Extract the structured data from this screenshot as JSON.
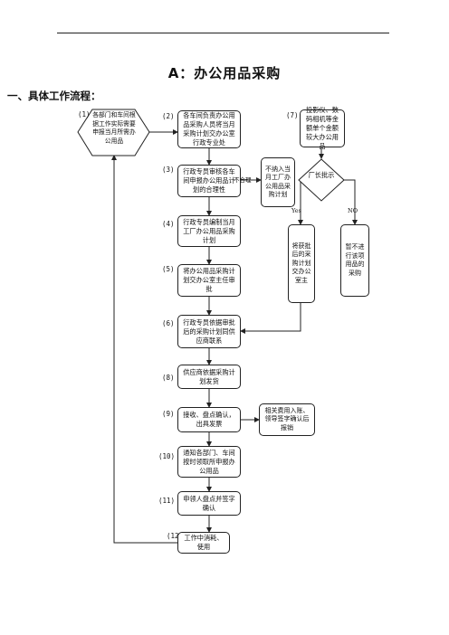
{
  "document": {
    "title": "A：办公用品采购",
    "section_heading": "一、具体工作流程："
  },
  "steps": {
    "s1": {
      "num": "(1)",
      "text": "各部门和车间根据工作实际需要申报当月所需办公用品"
    },
    "s2": {
      "num": "(2)",
      "text": "各车间负责办公用品采购人员将当月采购计划交办公室行政专业处"
    },
    "s3": {
      "num": "(3)",
      "text": "行政专员审核各车间申报办公用品计划的合理性"
    },
    "s4": {
      "num": "(4)",
      "text": "行政专员编制当月工厂办公用品采购计划"
    },
    "s5": {
      "num": "(5)",
      "text": "将办公用品采购计划交办公室主任审批"
    },
    "s6": {
      "num": "(6)",
      "text": "行政专员依据审批后的采购计划同供应商联系"
    },
    "s8": {
      "num": "(8)",
      "text": "供应商依据采购计划发货"
    },
    "s9": {
      "num": "(9)",
      "text": "接收、盘点确认，出具发票"
    },
    "s10": {
      "num": "(10)",
      "text": "通知各部门、车间按时领取所申报办公用品"
    },
    "s11": {
      "num": "(11)",
      "text": "申领人盘点并签字确认"
    },
    "s12": {
      "num": "(12)",
      "text": "工作中消耗、使用"
    },
    "s7": {
      "num": "(7)",
      "text": "投影仪、数码相机等金额单个金额较大办公用品"
    }
  },
  "side_boxes": {
    "unreasonable": "不纳入当月工厂办公用品采购计划",
    "approved": "将获批后的采购计划交办公室主",
    "rejected": "暂不进行该项用品的采购",
    "payment": "相关费用入账、领导签字确认后报销"
  },
  "decision": {
    "text": "厂长批示",
    "yes": "Yes",
    "no": "NO"
  },
  "edge_labels": {
    "unreasonable": "不合理"
  }
}
